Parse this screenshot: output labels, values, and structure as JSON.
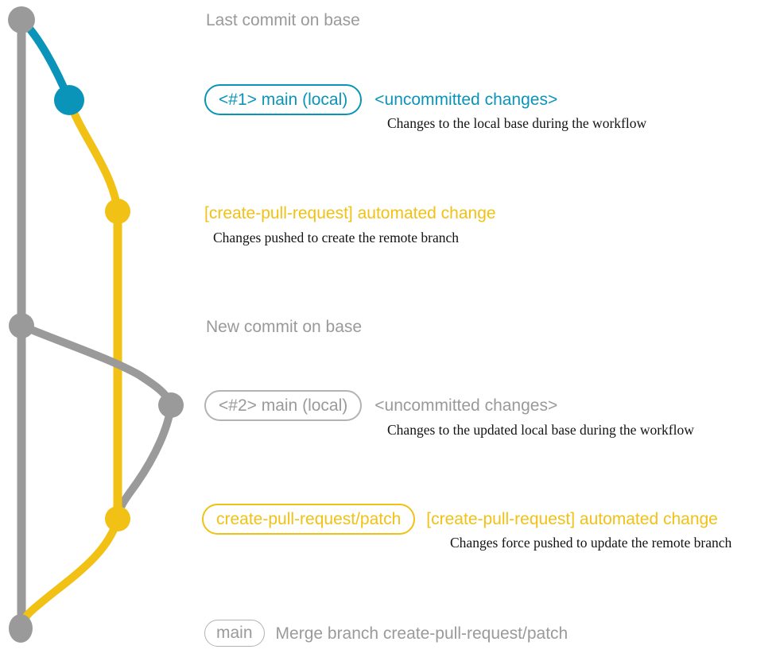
{
  "colors": {
    "base_gray": "#9a9a9a",
    "box_gray_border": "#b3b3b3",
    "branch_blue": "#0b94ba",
    "branch_yellow": "#f2c115",
    "caption_black": "#131313",
    "bg": "#ffffff"
  },
  "rows": {
    "last_commit": {
      "heading": "Last commit on base"
    },
    "uncommitted_1": {
      "tag": "<#1> main (local)",
      "heading": "<uncommitted changes>",
      "caption": "Changes to the local base during the workflow"
    },
    "automated_1": {
      "heading": "[create-pull-request] automated change",
      "caption": "Changes pushed to create the remote branch"
    },
    "new_commit": {
      "heading": "New commit on base"
    },
    "uncommitted_2": {
      "tag": "<#2> main (local)",
      "heading": "<uncommitted changes>",
      "caption": "Changes to the updated local base during the workflow"
    },
    "automated_2": {
      "tag": "create-pull-request/patch",
      "heading": "[create-pull-request] automated change",
      "caption": "Changes force pushed to update the remote branch"
    },
    "merge": {
      "tag": "main",
      "heading": "Merge branch create-pull-request/patch"
    }
  }
}
